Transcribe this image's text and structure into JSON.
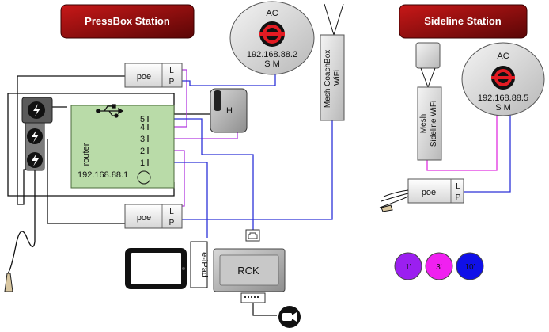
{
  "stations": {
    "pressbox": "PressBox Station",
    "sideline": "Sideline Station"
  },
  "access_points": {
    "pressbox": {
      "label": "AC",
      "ip": "192.168.88.2",
      "ports": "S M"
    },
    "sideline": {
      "label": "AC",
      "ip": "192.168.88.5",
      "ports": "S M"
    }
  },
  "mesh": {
    "coachbox": "Mesh CoachBox WiFi",
    "sideline": "Mesh Sideline WiFi",
    "sideline_line1": "Mesh",
    "sideline_line2": "Sideline WiFi"
  },
  "poe": {
    "label": "poe",
    "port_l": "L",
    "port_p": "P"
  },
  "router": {
    "label": "router",
    "ip": "192.168.88.1",
    "ports": [
      "5",
      "4",
      "3",
      "2",
      "1"
    ]
  },
  "hub": {
    "label": "H"
  },
  "ipad": {
    "label": "e-iPad"
  },
  "rck": {
    "label": "RCK"
  },
  "legend": [
    {
      "label": "1'",
      "color": "#9b1ff0"
    },
    {
      "label": "3'",
      "color": "#f020f0"
    },
    {
      "label": "10'",
      "color": "#1010e8"
    }
  ],
  "colors": {
    "station_bg": "#8a1010",
    "router_bg": "#b9dba8",
    "cable_blue": "#2c32d8",
    "cable_purple": "#b23be0",
    "cable_black": "#111111"
  }
}
